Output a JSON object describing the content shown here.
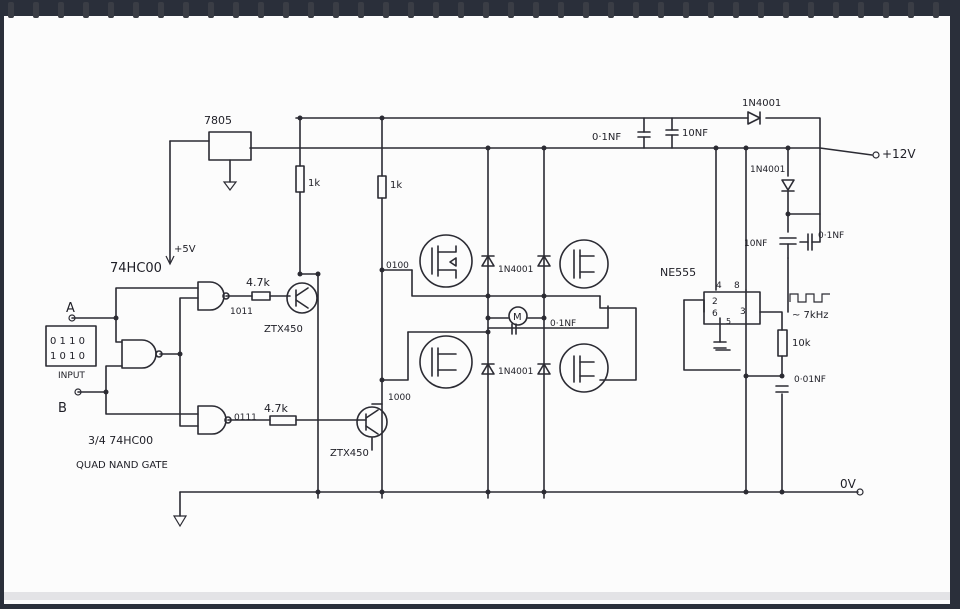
{
  "diagram": {
    "labels": {
      "regulator": "7805",
      "plus5v": "+5V",
      "logic_ic": "74HC00",
      "input_a": "A",
      "input_b": "B",
      "truth_row1": "0 1 1 0",
      "truth_row2": "1 0 1 0",
      "input_caption": "INPUT",
      "gate_caption1": "3/4  74HC00",
      "gate_caption2": "QUAD NAND GATE",
      "res_top": "4.7k",
      "res_bottom": "4.7k",
      "code_top": "1011",
      "code_bottom": "0111",
      "code_left_bridge": "0100",
      "code_low_bridge": "1000",
      "transistor_top": "ZTX450",
      "transistor_bottom": "ZTX450",
      "pullup1": "1k",
      "pullup2": "1k",
      "cap_01a": "0·1NF",
      "cap_10a": "10NF",
      "diode_top": "1N4001",
      "supply": "+12V",
      "diode_right": "1N4001",
      "cap_10b": "10NF",
      "cap_01b": "0·1NF",
      "bridge_diode1": "1N4001",
      "bridge_diode2": "1N4001",
      "motor": "M",
      "cap_motor": "0·1NF",
      "timer": "NE555",
      "pin4": "4",
      "pin8": "8",
      "pin2": "2",
      "pin6": "6",
      "pin3": "3",
      "pin5": "5",
      "freq": "~ 7kHz",
      "res_10k": "10k",
      "cap_001": "0·01NF",
      "ground": "0V"
    }
  }
}
